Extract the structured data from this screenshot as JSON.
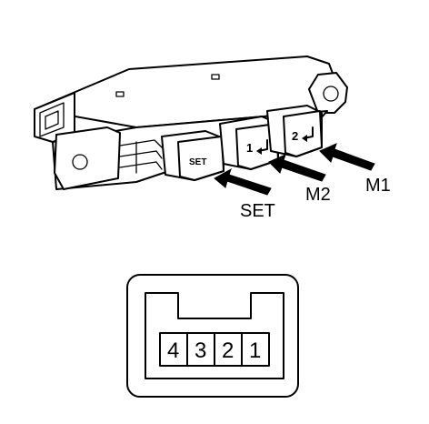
{
  "switch": {
    "buttons": {
      "set": "SET",
      "one": "1",
      "two": "2"
    },
    "callouts": {
      "set": "SET",
      "m2": "M2",
      "m1": "M1"
    }
  },
  "connector": {
    "pins": [
      "4",
      "3",
      "2",
      "1"
    ]
  },
  "colors": {
    "line": "#000000",
    "background": "#ffffff"
  }
}
